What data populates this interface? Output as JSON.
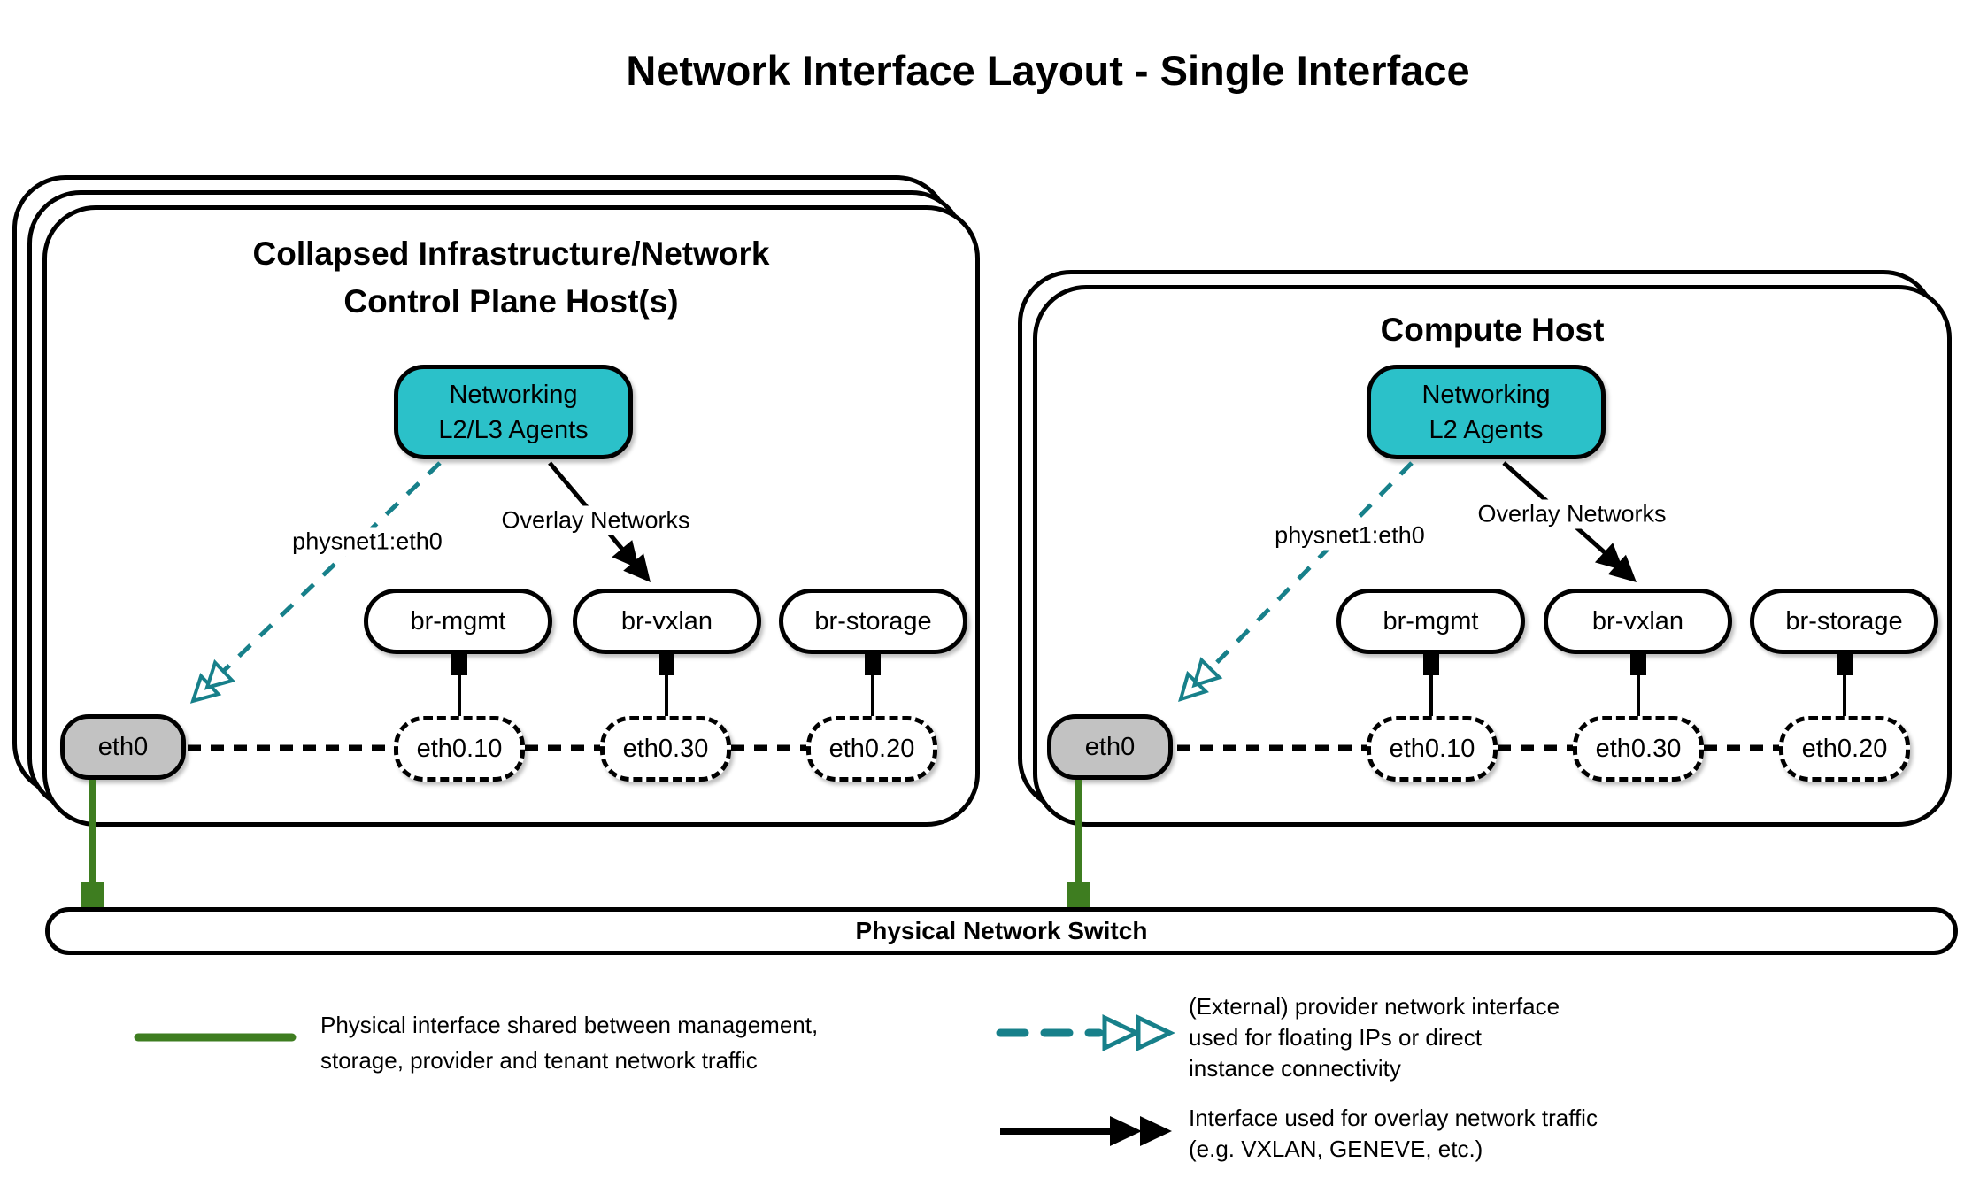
{
  "title": "Network Interface Layout - Single Interface",
  "hosts": {
    "control": {
      "title_line1": "Collapsed Infrastructure/Network",
      "title_line2": "Control Plane Host(s)",
      "agent_line1": "Networking",
      "agent_line2": "L2/L3 Agents",
      "provider_label": "physnet1:eth0",
      "overlay_label": "Overlay Networks",
      "bridges": [
        "br-mgmt",
        "br-vxlan",
        "br-storage"
      ],
      "interface": "eth0",
      "subinterfaces": [
        "eth0.10",
        "eth0.30",
        "eth0.20"
      ],
      "stack_layers": 3
    },
    "compute": {
      "title": "Compute Host",
      "agent_line1": "Networking",
      "agent_line2": "L2 Agents",
      "provider_label": "physnet1:eth0",
      "overlay_label": "Overlay Networks",
      "bridges": [
        "br-mgmt",
        "br-vxlan",
        "br-storage"
      ],
      "interface": "eth0",
      "subinterfaces": [
        "eth0.10",
        "eth0.30",
        "eth0.20"
      ],
      "stack_layers": 2
    }
  },
  "switch": {
    "label": "Physical Network Switch"
  },
  "legend": {
    "physical": {
      "lines": [
        "Physical interface shared between management,",
        "storage, provider and tenant network traffic"
      ]
    },
    "provider": {
      "lines": [
        "(External) provider network interface",
        "used for floating IPs or direct",
        "instance connectivity"
      ]
    },
    "overlay": {
      "lines": [
        "Interface used for overlay network traffic",
        "(e.g. VXLAN, GENEVE, etc.)"
      ]
    }
  },
  "colors": {
    "agent_fill": "#2BC1C9",
    "provider_teal": "#17808A",
    "physical_green": "#3E7D20",
    "interface_gray": "#C2C2C2",
    "line_black": "#000000"
  }
}
